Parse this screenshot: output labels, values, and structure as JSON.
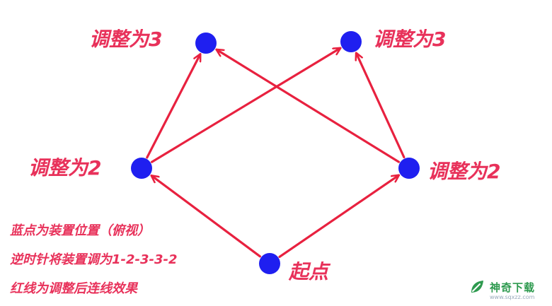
{
  "colors": {
    "node": "#1f1ff0",
    "arrow": "#e8213f",
    "label": "#e8315a",
    "watermark": "#2e9a4f"
  },
  "nodes": {
    "top_left": {
      "label": "调整为3"
    },
    "top_right": {
      "label": "调整为3"
    },
    "mid_left": {
      "label": "调整为2"
    },
    "mid_right": {
      "label": "调整为2"
    },
    "start": {
      "label": "起点"
    }
  },
  "edges": [
    {
      "from": "start",
      "to": "mid_left"
    },
    {
      "from": "start",
      "to": "mid_right"
    },
    {
      "from": "mid_left",
      "to": "top_left"
    },
    {
      "from": "mid_left",
      "to": "top_right"
    },
    {
      "from": "mid_right",
      "to": "top_left"
    },
    {
      "from": "mid_right",
      "to": "top_right"
    }
  ],
  "legend": [
    "蓝点为装置位置（俯视）",
    "逆时针将装置调为1-2-3-3-2",
    "红线为调整后连线效果"
  ],
  "watermark": {
    "text": "神奇下载",
    "sub": "www.sqxzz.com",
    "icon": "leaf-logo-icon"
  }
}
